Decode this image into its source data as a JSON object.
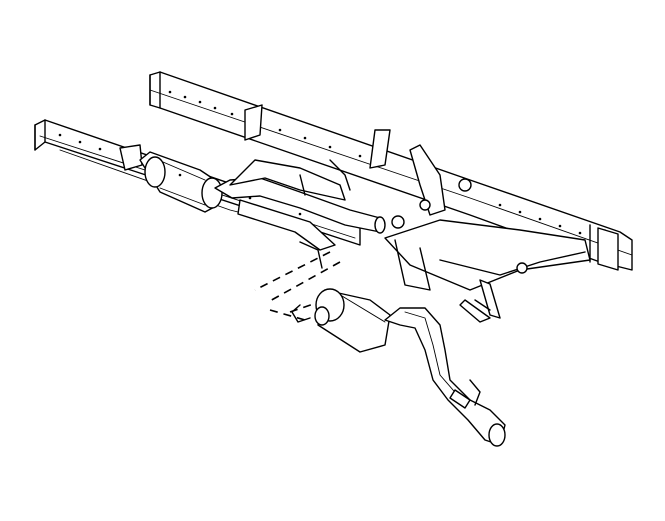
{
  "diagram": {
    "parts": [
      "frame-rail-left",
      "frame-rail-right",
      "crossmember-rear",
      "catalytic-converter",
      "intermediate-pipe",
      "muffler",
      "tailpipe",
      "exhaust-hanger"
    ],
    "colors": {
      "line": "#000000",
      "background": "#ffffff"
    }
  }
}
